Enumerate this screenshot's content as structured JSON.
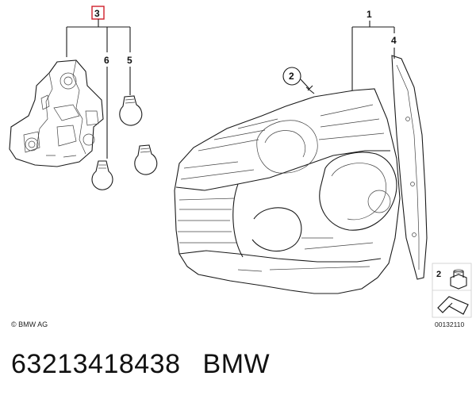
{
  "callouts": {
    "bulb_holder": "3",
    "bulb_a": "6",
    "bulb_b": "5",
    "lamp": "1",
    "gasket": "4",
    "nut": "2",
    "nut_inset": "2"
  },
  "copyright": "© BMW AG",
  "diagram_ref": "00132110",
  "footer": {
    "part_number": "63213418438",
    "brand": "BMW"
  },
  "colors": {
    "highlight_box": "#d0202a",
    "line": "#1a1a1a"
  }
}
